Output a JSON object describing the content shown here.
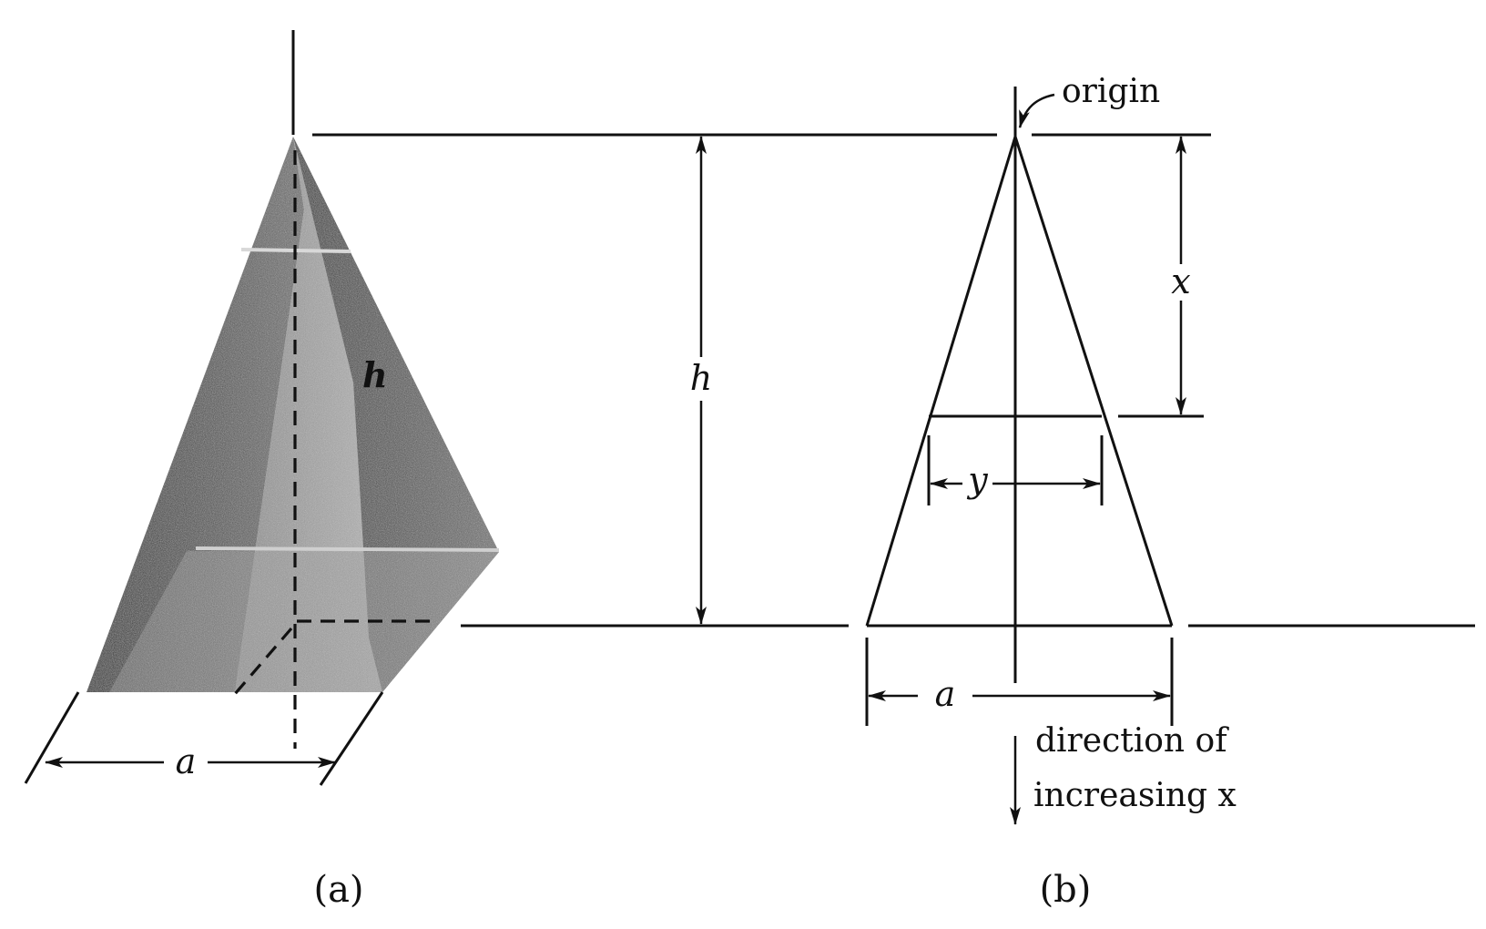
{
  "panel_a": {
    "caption": "(a)",
    "height_label": "h",
    "base_label": "a"
  },
  "dimension": {
    "height_label": "h"
  },
  "panel_b": {
    "caption": "(b)",
    "origin_label": "origin",
    "x_label": "x",
    "y_label": "y",
    "base_label": "a",
    "direction_line1": "direction of",
    "direction_line2": "increasing x"
  },
  "colors": {
    "ink": "#111111",
    "shade_dark": "#2a2a2a",
    "shade_mid": "#6a6a6a",
    "shade_light": "#a8a8a8",
    "background": "#ffffff"
  }
}
